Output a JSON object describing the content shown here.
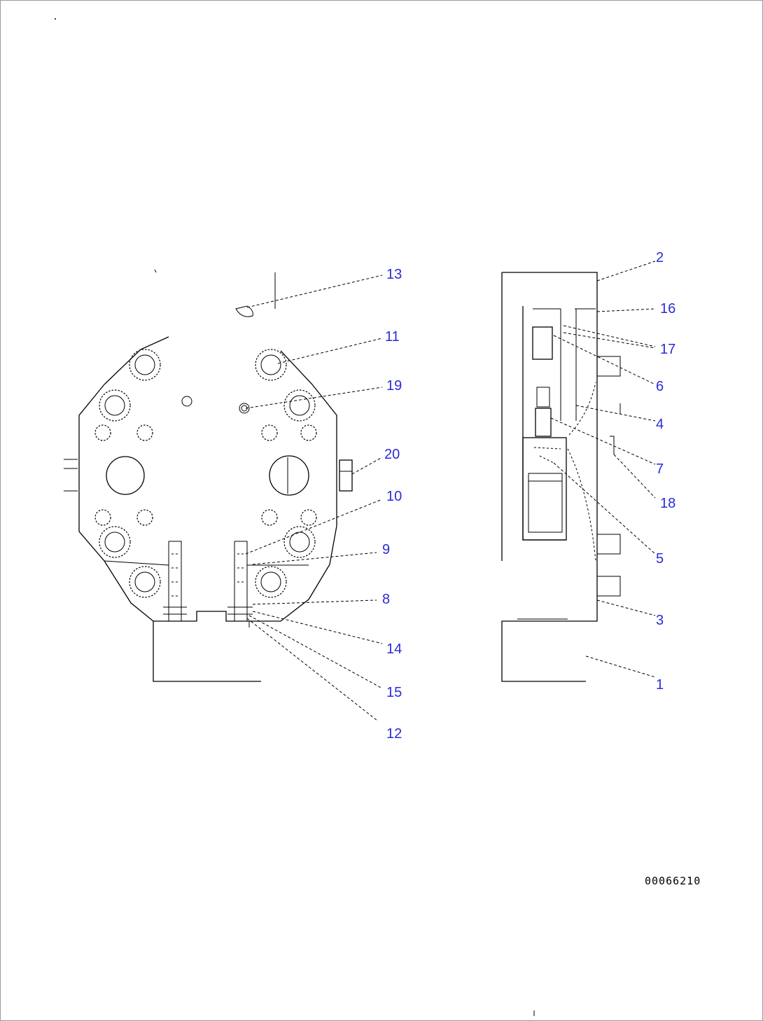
{
  "drawing": {
    "code": "00066210",
    "callouts": [
      "1",
      "2",
      "3",
      "4",
      "5",
      "6",
      "7",
      "8",
      "9",
      "10",
      "11",
      "12",
      "13",
      "14",
      "15",
      "16",
      "17",
      "18",
      "19",
      "20"
    ]
  }
}
